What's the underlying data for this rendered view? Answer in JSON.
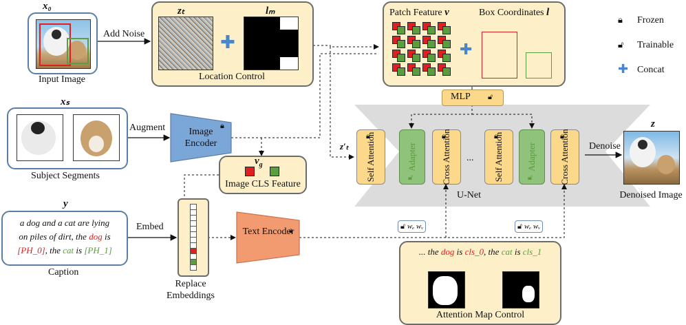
{
  "labels": {
    "x0": "x₀",
    "input_image": "Input Image",
    "add_noise": "Add Noise",
    "zt": "zₜ",
    "lm": "lₘ",
    "location_control": "Location Control",
    "patch_feature": "Patch Feature",
    "patch_feature_symbol": "v",
    "box_coordinates": "Box Coordinates",
    "box_coordinates_symbol": "l",
    "frozen": "Frozen",
    "trainable": "Trainable",
    "concat": "Concat",
    "xs": "xₛ",
    "subject_segments": "Subject Segments",
    "augment": "Augment",
    "image_encoder": "Image Encoder",
    "vg": "v_g",
    "image_cls_feature": "Image CLS Feature",
    "mlp": "MLP",
    "zt_prime": "z′ₜ",
    "self_attention": "Self Attention",
    "adapter": "Adapter",
    "cross_attention": "Cross Attention",
    "ellipsis": "...",
    "unet": "U-Net",
    "denoise": "Denoise",
    "z": "z",
    "denoised_image": "Denoised Image",
    "y": "y",
    "caption": "Caption",
    "embed": "Embed",
    "replace_embeddings": "Replace Embeddings",
    "text_encoder": "Text Encoder",
    "w_label": "wₑ wᵥ",
    "attention_map_control": "Attention Map Control"
  },
  "caption_text": {
    "line1": "a dog and a cat are lying",
    "line2a": "on piles of dirt, the ",
    "dog": "dog",
    "line2b": " is",
    "ph0": "[PH_0]",
    "line3a": ", the ",
    "cat": "cat",
    "line3b": " is ",
    "ph1": "[PH_1]"
  },
  "attn_text": {
    "pre": "... the ",
    "dog": "dog",
    "is1": " is ",
    "cls0": "cls_0",
    "mid": ", the ",
    "cat": "cat",
    "is2": " is ",
    "cls1": "cls_1"
  },
  "colors": {
    "red": "#e02020",
    "green": "#5a9e3e",
    "yellow_bg": "#fdf0c8",
    "blue_encoder": "#7aa6d8",
    "orange_encoder": "#f29a70",
    "concat_blue": "#4a86c8"
  },
  "icons": {
    "frozen": "lock-closed-icon",
    "trainable": "lock-open-icon",
    "concat": "plus-icon"
  }
}
